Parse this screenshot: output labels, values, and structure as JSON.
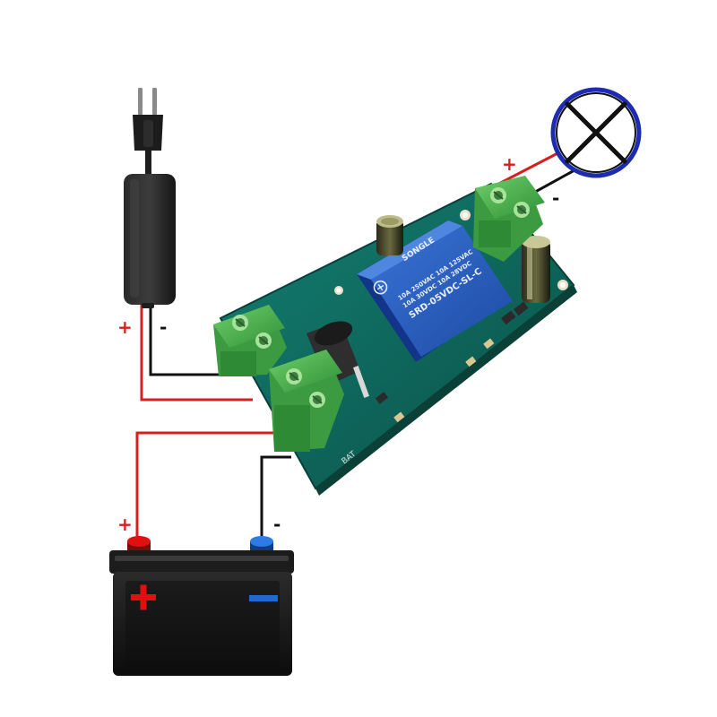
{
  "colors": {
    "positive_wire": "#d62020",
    "negative_wire": "#111111",
    "pcb": "#0f6d63",
    "terminal": "#47b34a",
    "relay": "#2a5fc0",
    "battery": "#161616",
    "battery_positive": "#e01010",
    "battery_negative": "#1f68d8",
    "lamp_ring": "#1d2bb0"
  },
  "icons": {
    "lamp": "lamp-symbol-icon",
    "plug": "power-adapter-plug-icon",
    "battery": "car-battery-icon",
    "module": "relay-module-board"
  },
  "labels": {
    "adapter_positive": "+",
    "adapter_negative": "-",
    "battery_wire_positive": "+",
    "battery_wire_negative": "-",
    "lamp_positive": "+",
    "lamp_negative": "-",
    "battery_body_positive": "+",
    "battery_body_negative": "−"
  },
  "relay": {
    "brand": "SONGLE",
    "line1": "10A 250VAC 10A 125VAC",
    "line2": "10A 30VDC 10A 28VDC",
    "model": "SRD-05VDC-SL-C"
  },
  "board": {
    "silkscreen_bat": "BAT"
  }
}
